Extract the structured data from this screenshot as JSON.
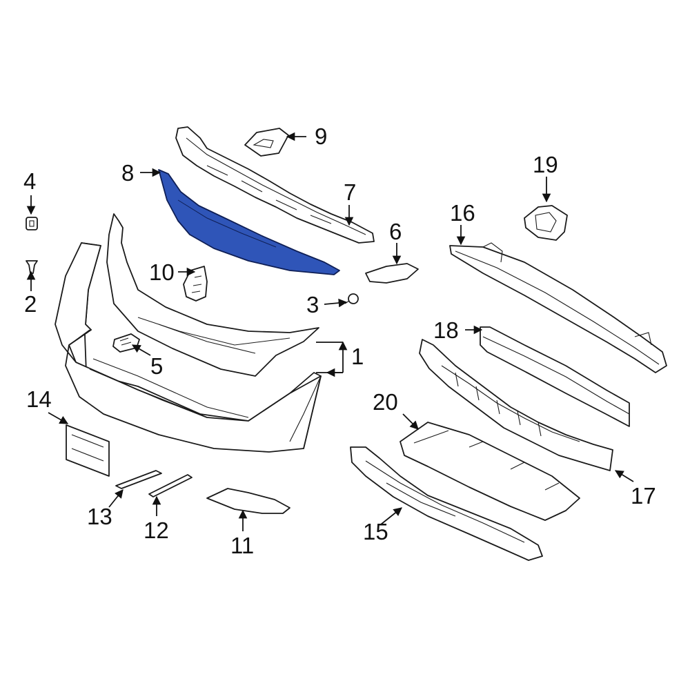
{
  "diagram": {
    "highlight_color": "#2f55b8",
    "callouts": {
      "c1": "1",
      "c2": "2",
      "c3": "3",
      "c4": "4",
      "c5": "5",
      "c6": "6",
      "c7": "7",
      "c8": "8",
      "c9": "9",
      "c10": "10",
      "c11": "11",
      "c12": "12",
      "c13": "13",
      "c14": "14",
      "c15": "15",
      "c16": "16",
      "c17": "17",
      "c18": "18",
      "c19": "19",
      "c20": "20"
    }
  }
}
